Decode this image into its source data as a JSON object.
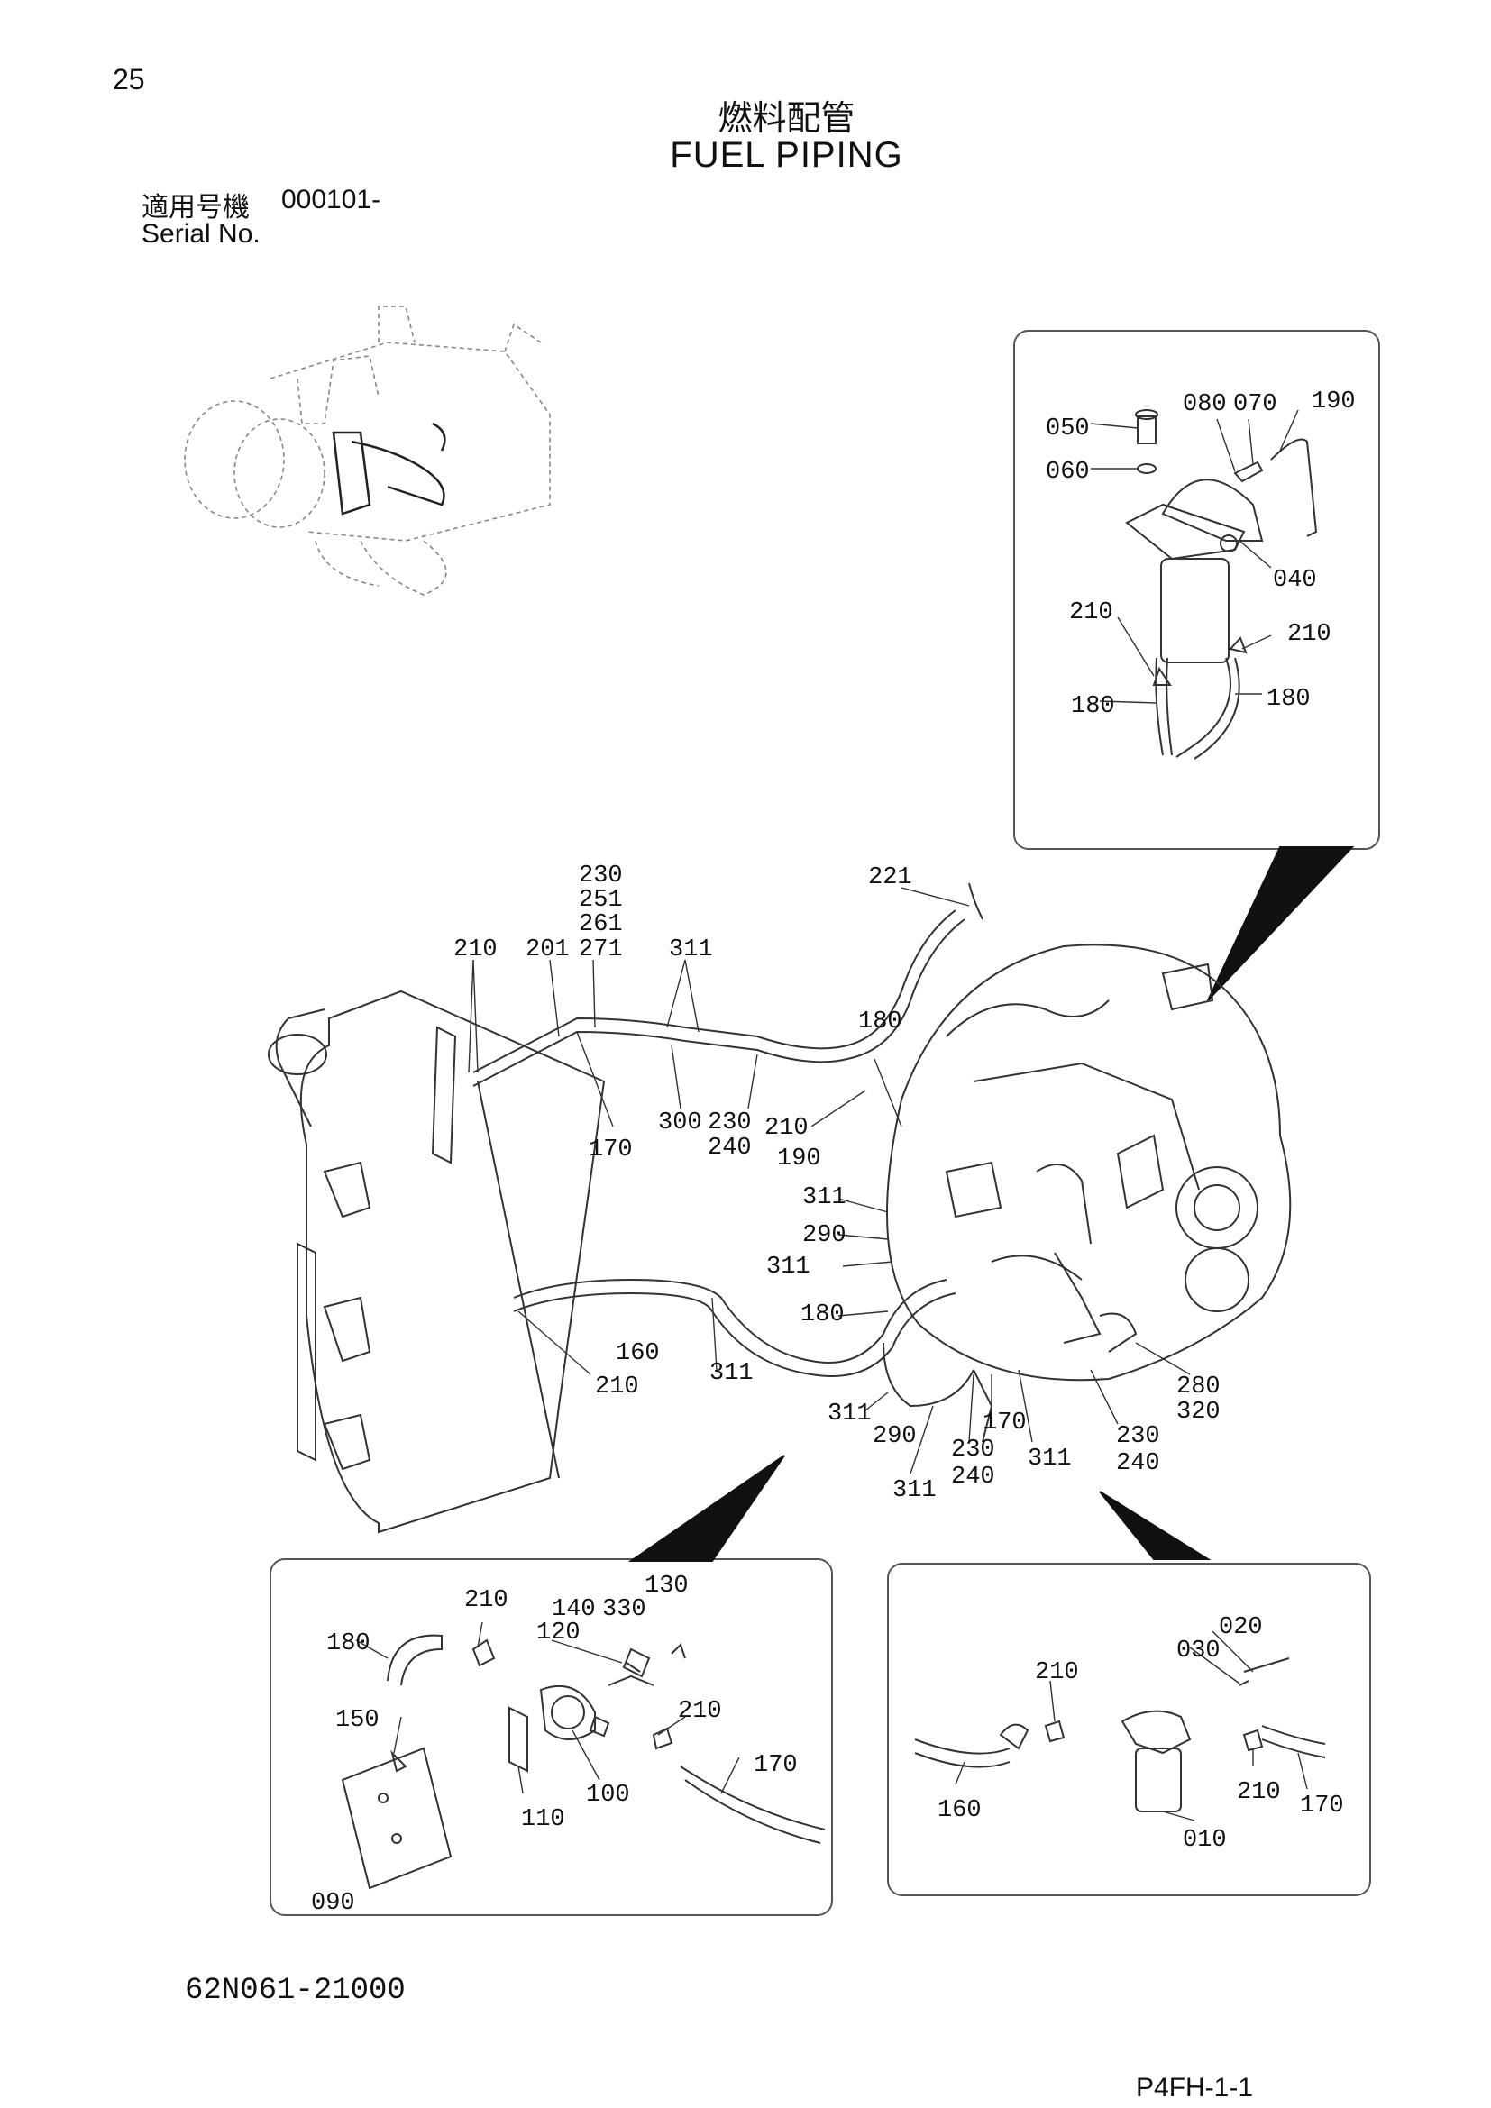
{
  "header": {
    "page_number": "25",
    "title_jp": "燃料配管",
    "title_en": "FUEL PIPING",
    "serial_label_jp": "適用号機",
    "serial_value": "000101-",
    "serial_label_en": "Serial No."
  },
  "footer": {
    "drawing_number": "62N061-21000",
    "sheet_ref": "P4FH-1-1"
  },
  "inset_top_right": {
    "labels": [
      "050",
      "080",
      "070",
      "190",
      "060",
      "040",
      "210",
      "210",
      "180",
      "180"
    ]
  },
  "main_assembly": {
    "labels": [
      "230",
      "251",
      "261",
      "271",
      "210",
      "201",
      "311",
      "221",
      "180",
      "300",
      "230",
      "240",
      "210",
      "190",
      "170",
      "311",
      "290",
      "311",
      "180",
      "160",
      "210",
      "311",
      "311",
      "290",
      "170",
      "230",
      "240",
      "311",
      "311",
      "280",
      "320",
      "230",
      "240"
    ]
  },
  "inset_bottom_left": {
    "labels": [
      "210",
      "130",
      "140",
      "330",
      "180",
      "120",
      "150",
      "210",
      "170",
      "100",
      "110",
      "090"
    ]
  },
  "inset_bottom_right": {
    "labels": [
      "020",
      "030",
      "210",
      "160",
      "210",
      "170",
      "010"
    ]
  },
  "colors": {
    "ink": "#111111",
    "frame": "#555555",
    "background": "#ffffff"
  }
}
